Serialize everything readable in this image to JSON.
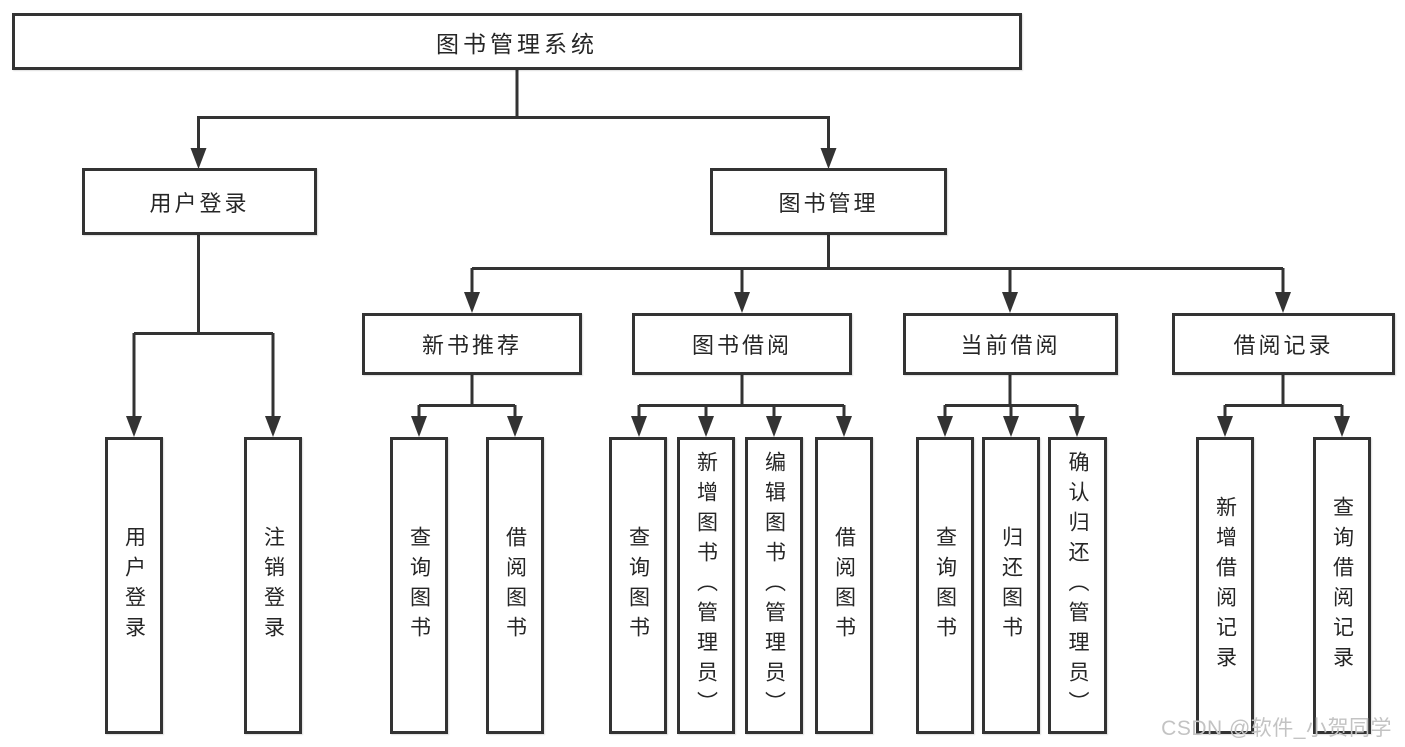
{
  "root_label": "图书管理系统",
  "login": {
    "label": "用户登录",
    "children": [
      "用户登录",
      "注销登录"
    ]
  },
  "management": {
    "label": "图书管理",
    "sections": [
      {
        "label": "新书推荐",
        "children": [
          "查询图书",
          "借阅图书"
        ]
      },
      {
        "label": "图书借阅",
        "children": [
          "查询图书",
          "新增图书（管理员）",
          "编辑图书（管理员）",
          "借阅图书"
        ]
      },
      {
        "label": "当前借阅",
        "children": [
          "查询图书",
          "归还图书",
          "确认归还（管理员）"
        ]
      },
      {
        "label": "借阅记录",
        "children": [
          "新增借阅记录",
          "查询借阅记录"
        ]
      }
    ]
  },
  "watermark": "CSDN @软件_小贺同学",
  "colors": {
    "line": "#333333",
    "text": "#262626",
    "box_background": "#ffffff",
    "watermark": "#c3c3c3",
    "page_background": "#ffffff"
  }
}
